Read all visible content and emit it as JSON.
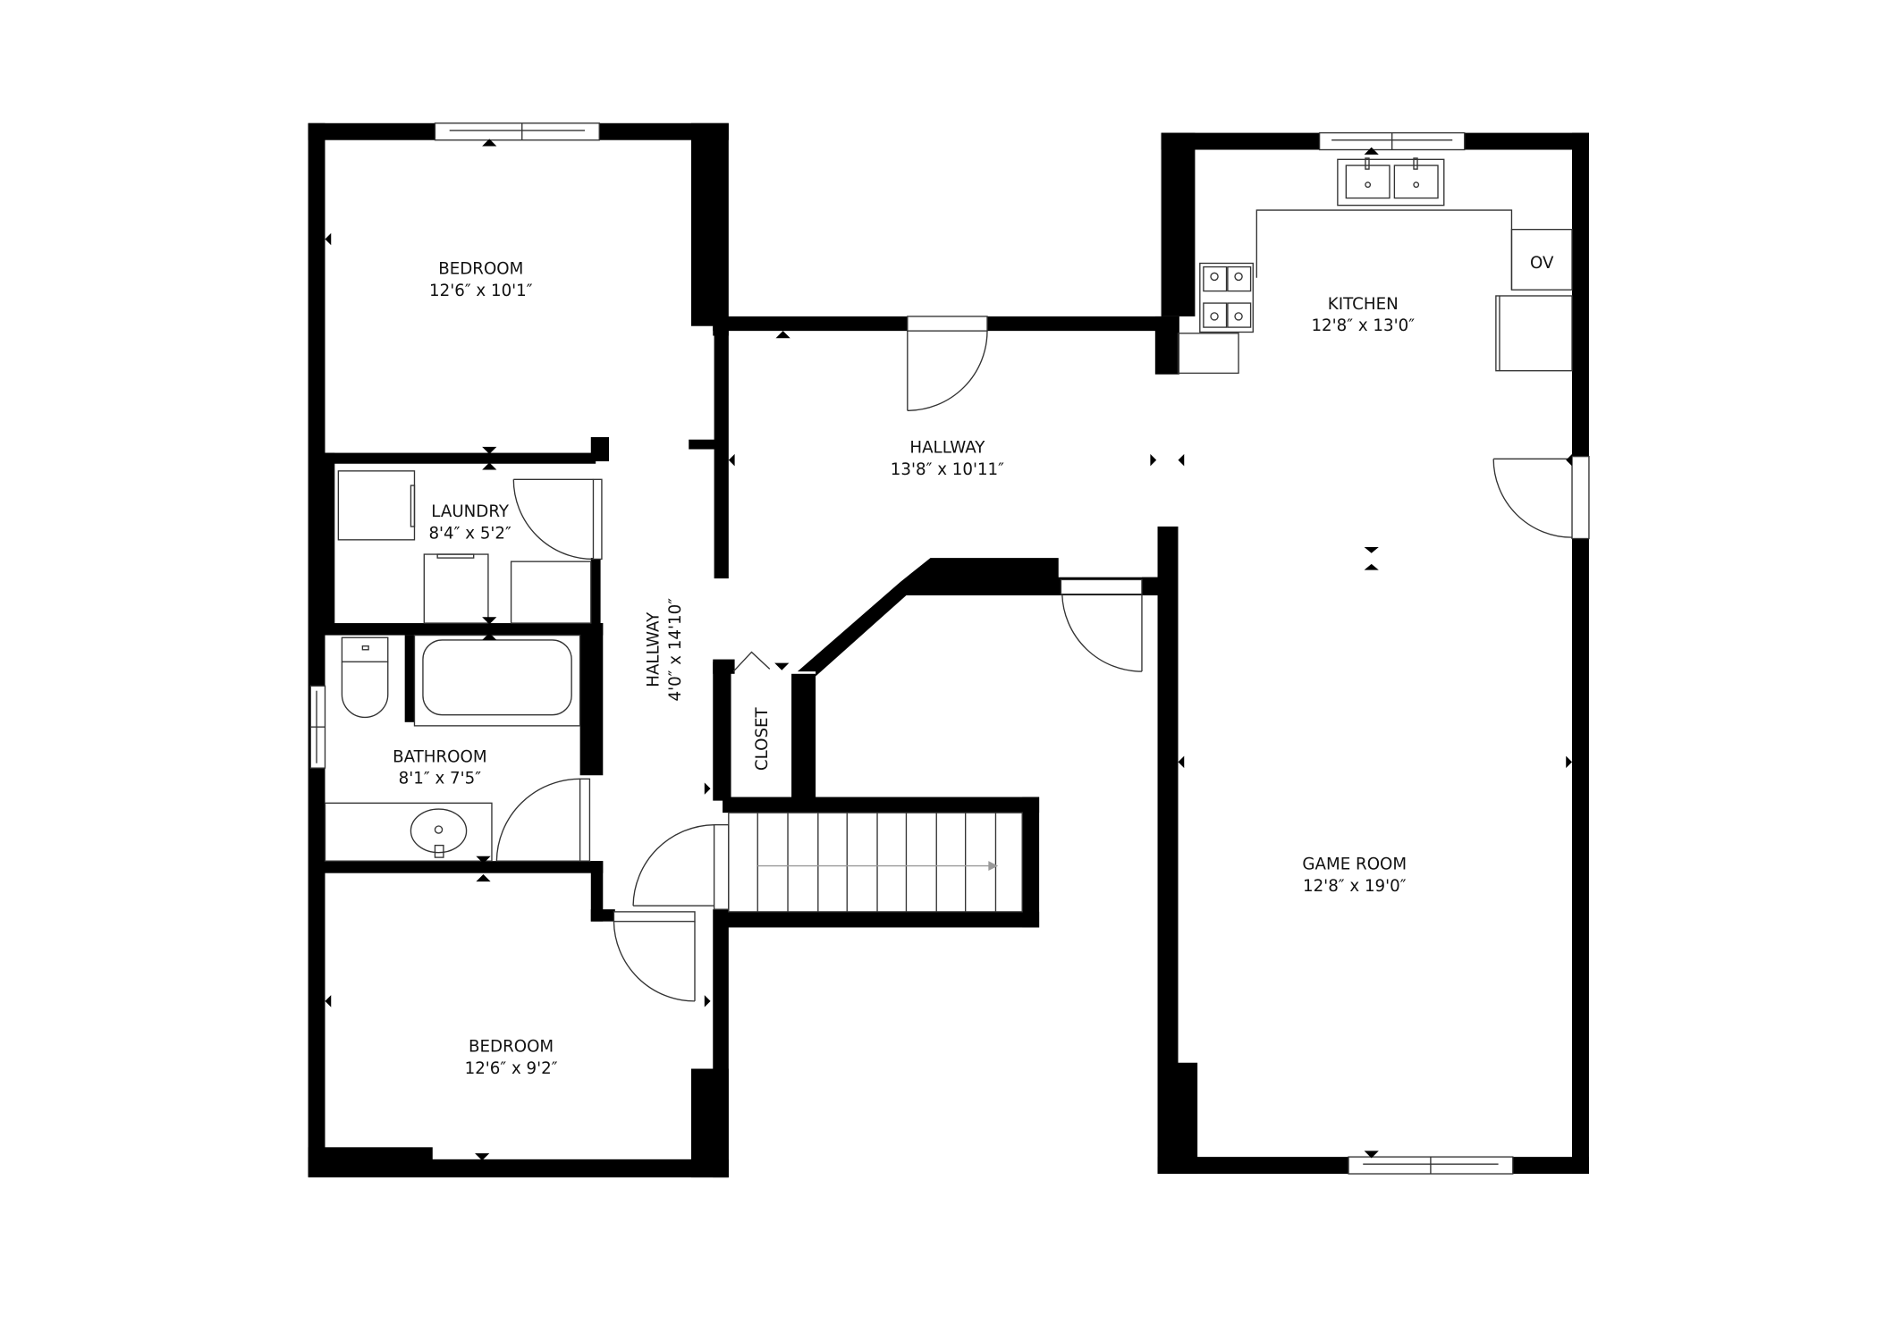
{
  "floorplan": {
    "rooms": [
      {
        "id": "bedroom-1",
        "name": "BEDROOM",
        "dims": "12'6″ x 10'1″"
      },
      {
        "id": "laundry",
        "name": "LAUNDRY",
        "dims": "8'4″ x 5'2″"
      },
      {
        "id": "bathroom",
        "name": "BATHROOM",
        "dims": "8'1″ x 7'5″"
      },
      {
        "id": "hallway-1",
        "name": "HALLWAY",
        "dims": "4'0″ x 14'10″"
      },
      {
        "id": "hallway-2",
        "name": "HALLWAY",
        "dims": "13'8″ x 10'11″"
      },
      {
        "id": "closet",
        "name": "CLOSET",
        "dims": ""
      },
      {
        "id": "kitchen",
        "name": "KITCHEN",
        "dims": "12'8″ x 13'0″"
      },
      {
        "id": "game-room",
        "name": "GAME ROOM",
        "dims": "12'8″ x 19'0″"
      },
      {
        "id": "bedroom-2",
        "name": "BEDROOM",
        "dims": "12'6″ x 9'2″"
      }
    ],
    "appliances": {
      "oven_label": "OV"
    },
    "stairs": {
      "tread_count": 11
    },
    "colors": {
      "wall": "#000000",
      "background": "#ffffff",
      "fixture_line": "#333333",
      "stair_arrow": "#999999"
    }
  }
}
